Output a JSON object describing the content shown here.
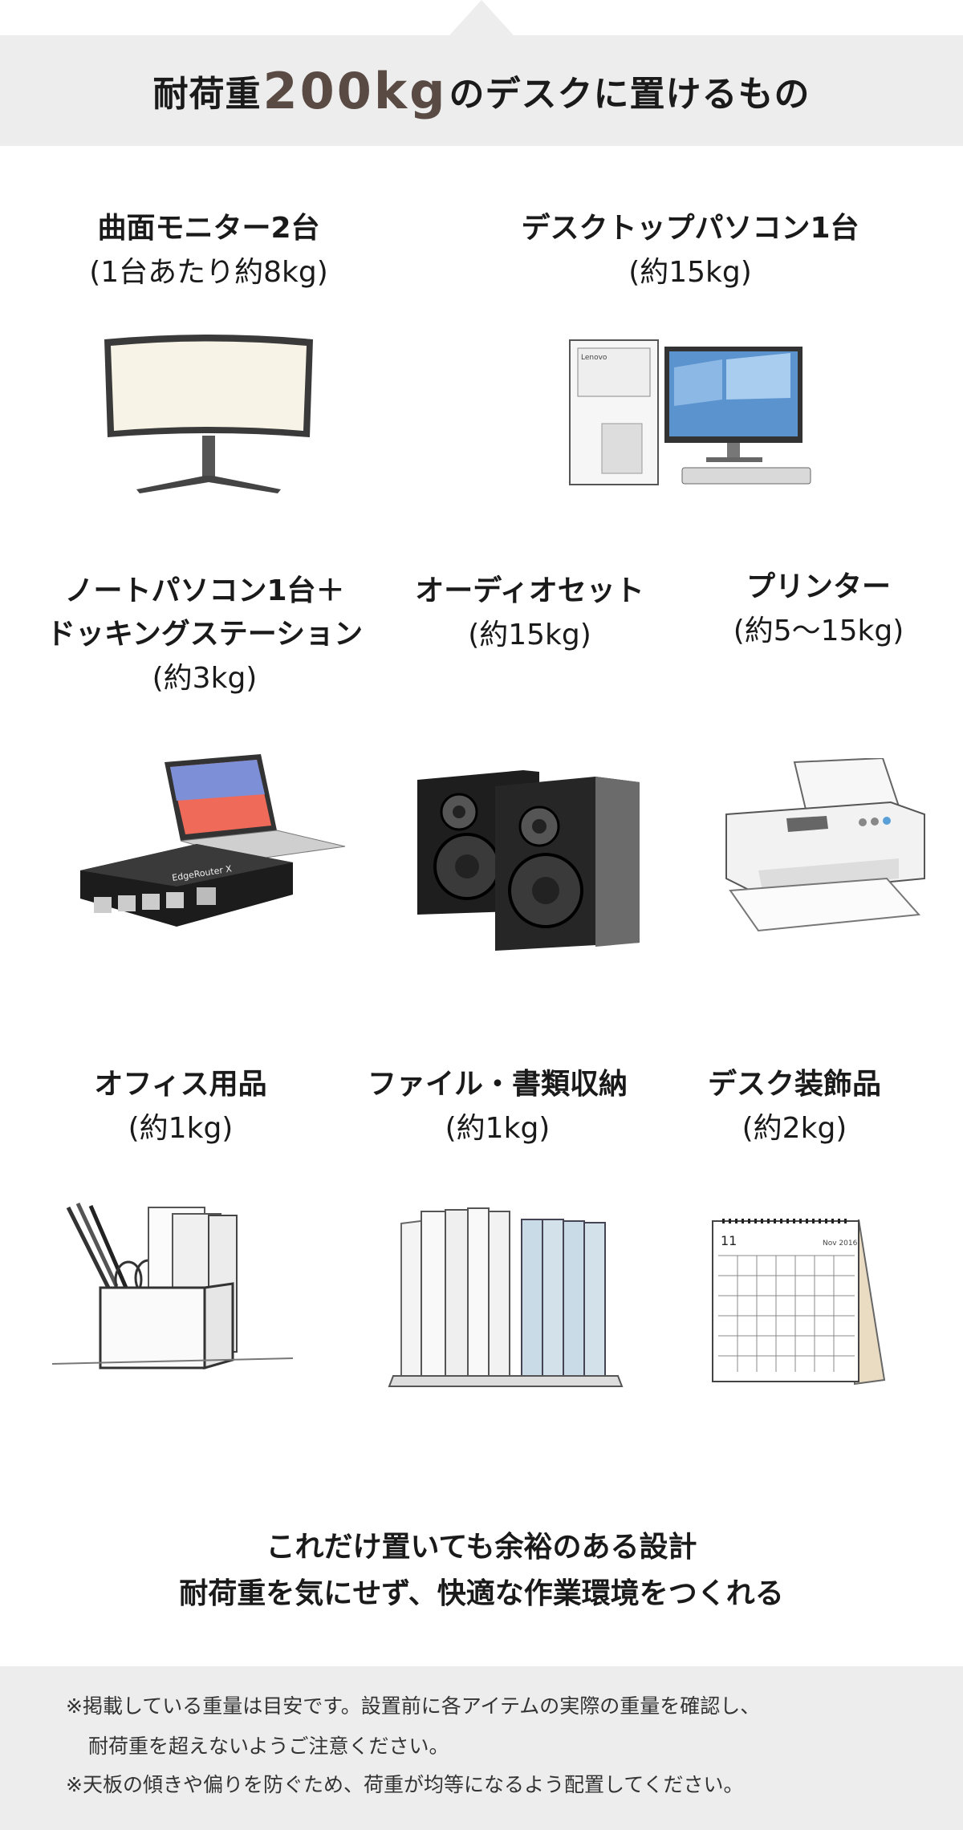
{
  "header": {
    "title_prefix": "耐荷重",
    "title_number": "200kg",
    "title_suffix": "のデスクに置けるもの"
  },
  "items": [
    {
      "name_lines": [
        "曲面モニター2台"
      ],
      "weight": "(1台あたり約8kg)",
      "icon": "curved-monitor"
    },
    {
      "name_lines": [
        "デスクトップパソコン1台"
      ],
      "weight": "(約15kg)",
      "icon": "desktop-pc",
      "brand_text": "Lenovo"
    },
    {
      "name_lines": [
        "ノートパソコン1台＋",
        "ドッキングステーション"
      ],
      "weight": "(約3kg)",
      "icon": "laptop-dock",
      "device_label": "EdgeRouter X"
    },
    {
      "name_lines": [
        "オーディオセット"
      ],
      "weight": "(約15kg)",
      "icon": "speakers"
    },
    {
      "name_lines": [
        "プリンター"
      ],
      "weight": "(約5～15kg)",
      "icon": "printer"
    },
    {
      "name_lines": [
        "オフィス用品"
      ],
      "weight": "(約1kg)",
      "icon": "office-supplies"
    },
    {
      "name_lines": [
        "ファイル・書類収納"
      ],
      "weight": "(約1kg)",
      "icon": "file-storage"
    },
    {
      "name_lines": [
        "デスク装飾品"
      ],
      "weight": "(約2kg)",
      "icon": "desk-calendar",
      "calendar_month": "11",
      "calendar_label": "Nov 2016"
    }
  ],
  "summary": {
    "line1": "これだけ置いても余裕のある設計",
    "line2": "耐荷重を気にせず、快適な作業環境をつくれる"
  },
  "notes": {
    "line1": "※掲載している重量は目安です。設置前に各アイテムの実際の重量を確認し、",
    "line2": "耐荷重を超えないようご注意ください。",
    "line3": "※天板の傾きや偏りを防ぐため、荷重が均等になるよう配置してください。"
  },
  "colors": {
    "band": "#ededed",
    "accent_number": "#5a4a44",
    "text": "#1a1a1a"
  }
}
